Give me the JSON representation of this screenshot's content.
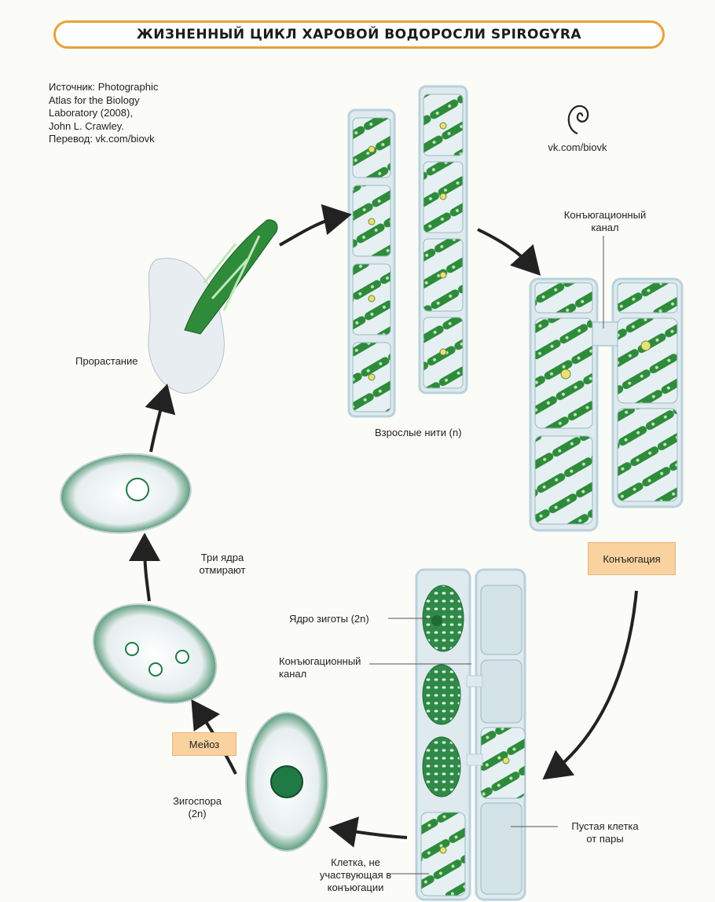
{
  "title": "ЖИЗНЕННЫЙ ЦИКЛ ХАРОВОЙ ВОДОРОСЛИ SPIROGYRA",
  "source_lines": [
    "Источник: Photographic",
    "Atlas for the Biology",
    "Laboratory (2008),",
    "John L. Crawley.",
    "Перевод: vk.com/biovk"
  ],
  "logo_text": "vk.com/biovk",
  "labels": {
    "conj_channel_top": [
      "Конъюгационный",
      "канал"
    ],
    "adult_filaments": "Взрослые нити (n)",
    "germination": "Прорастание",
    "conjugation": "Конъюгация",
    "three_nuclei": [
      "Три ядра",
      "отмирают"
    ],
    "zygote_nucleus": "Ядро зиготы (2n)",
    "conj_channel_bottom": [
      "Конъюгационный",
      "канал"
    ],
    "meiosis": "Мейоз",
    "zygospore": [
      "Зигоспора",
      "(2n)"
    ],
    "empty_cell": [
      "Пустая клетка",
      "от пары"
    ],
    "non_conj_cell": [
      "Клетка, не",
      "участвующая в",
      "конъюгации"
    ]
  },
  "colors": {
    "title_border": "#e8a13a",
    "tag_fill": "#f9d2a0",
    "chloroplast": "#2e8b3a",
    "cell_wall": "#b9d2dc",
    "arrow": "#222222"
  }
}
